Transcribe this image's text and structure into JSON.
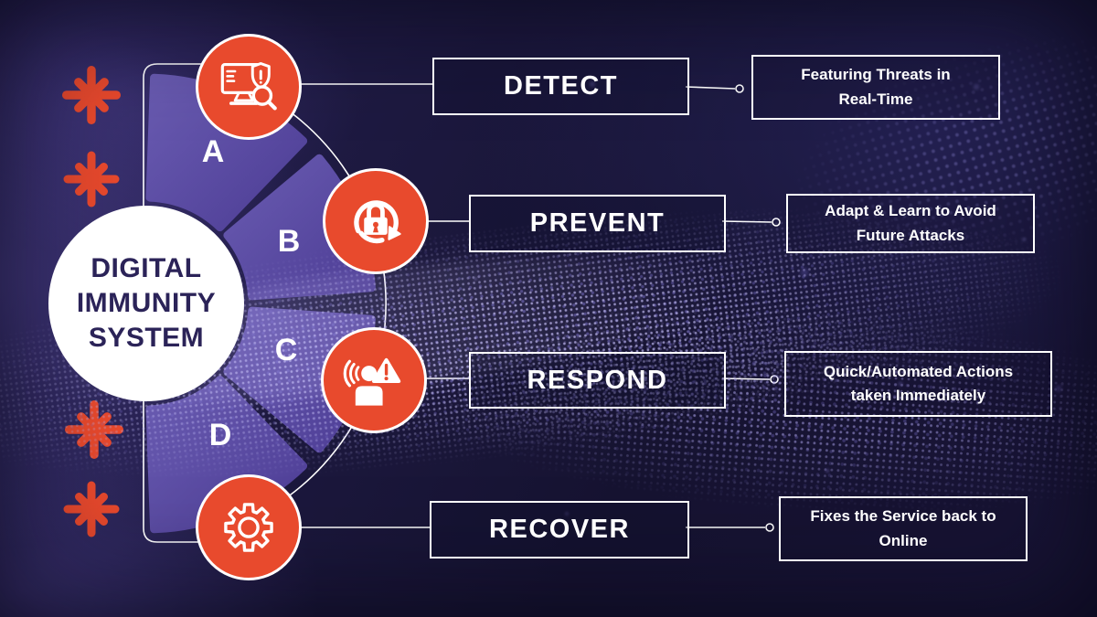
{
  "title": {
    "lines": [
      "DIGITAL",
      "IMMUNITY",
      "SYSTEM"
    ]
  },
  "colors": {
    "accent_red": "#e84a2d",
    "wedge_purple": "#52429b",
    "background_navy": "#1c1839",
    "box_border_white": "#ffffff",
    "hub_text_navy": "#2b2358"
  },
  "segments": [
    {
      "letter": "A",
      "stage": "DETECT",
      "desc_line1": "Featuring Threats in",
      "desc_line2": "Real-Time",
      "icon": "monitor-shield-magnifier-icon"
    },
    {
      "letter": "B",
      "stage": "PREVENT",
      "desc_line1": "Adapt & Learn to Avoid",
      "desc_line2": "Future Attacks",
      "icon": "lock-refresh-icon"
    },
    {
      "letter": "C",
      "stage": "RESPOND",
      "desc_line1": "Quick/Automated Actions",
      "desc_line2": "taken Immediately",
      "icon": "alert-person-icon"
    },
    {
      "letter": "D",
      "stage": "RECOVER",
      "desc_line1": "Fixes the Service back to",
      "desc_line2": "Online",
      "icon": "gear-icon"
    }
  ]
}
